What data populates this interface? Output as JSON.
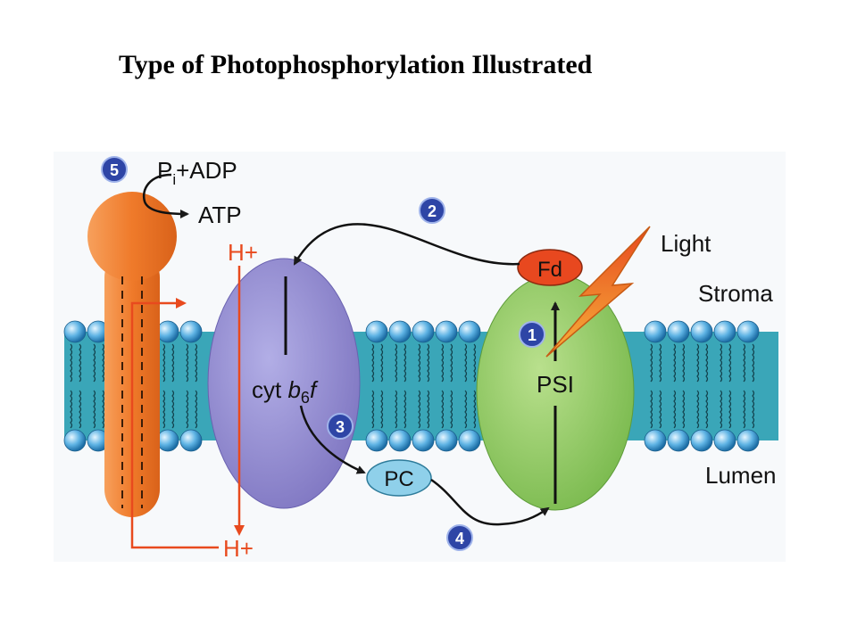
{
  "title": "Type of Photophosphorylation Illustrated",
  "labels": {
    "pi_adp": "+ADP",
    "pi_p": "P",
    "pi_sub": "i",
    "atp": "ATP",
    "h_top": "H+",
    "h_bottom": "H+",
    "light": "Light",
    "stroma": "Stroma",
    "lumen": "Lumen",
    "fd": "Fd",
    "psi": "PSI",
    "pc": "PC",
    "cyt_prefix": "cyt ",
    "cyt_b": "b",
    "cyt_sub": "6",
    "cyt_f": "f"
  },
  "steps": [
    "1",
    "2",
    "3",
    "4",
    "5"
  ],
  "colors": {
    "membrane": "#3aa6b8",
    "lipid_head": "#5eb3e4",
    "atp_synthase": "#ef7a2a",
    "cytochrome": "#8f86cc",
    "psi": "#8ec860",
    "fd": "#e8481f",
    "pc": "#8fd0ea",
    "step_badge": "#2e45a6",
    "proton_arrow": "#e84a1e",
    "lightning": "#f08a1e"
  }
}
